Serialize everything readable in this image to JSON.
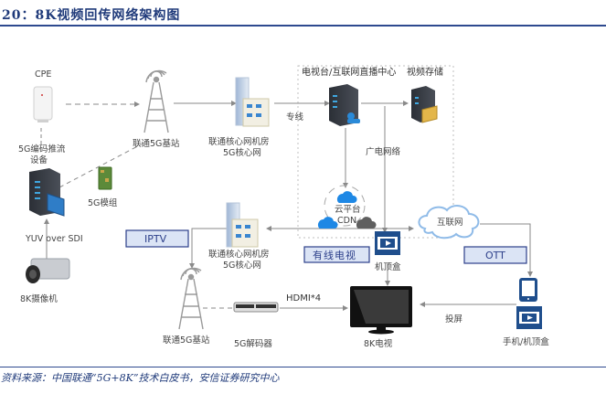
{
  "title": "20：8K视频回传网络架构图",
  "source": "资料来源：中国联通“5G+8K”技术白皮书，安信证券研究中心",
  "colors": {
    "title": "#1f3a7a",
    "box_fill": "#dbe4f5",
    "box_border": "#2c3f8a",
    "stb_blue": "#1f4e8c",
    "cloud_blue": "#1e88e5",
    "line": "#8a8a8a"
  },
  "nodes": {
    "cpe": "CPE",
    "encoder": "5G编码推流\n设备",
    "encoder_line1": "5G编码推流",
    "encoder_line2": "设备",
    "module": "5G模组",
    "sdi": "YUV over SDI",
    "camera": "8K摄像机",
    "bs_top": "联通5G基站",
    "core_top_line1": "联通核心网机房",
    "core_top_line2": "5G核心网",
    "dedicated": "专线",
    "broadcast_center": "电视台/互联网直播中心",
    "storage": "视频存储",
    "broadcast_net": "广电网络",
    "cloud_cdn_line1": "云平台",
    "cloud_cdn_line2": "CDN",
    "internet": "互联网",
    "core_bottom_line1": "联通核心网机房",
    "core_bottom_line2": "5G核心网",
    "bs_bottom": "联通5G基站",
    "decoder": "5G解码器",
    "hdmi": "HDMI*4",
    "tv": "8K电视",
    "stb": "机顶盒",
    "cast": "投屏",
    "phone_stb": "手机/机顶盒"
  },
  "boxes": {
    "iptv": "IPTV",
    "cable_tv": "有线电视",
    "ott": "OTT"
  },
  "icons": {
    "cpe": "cpe-device-icon",
    "tower": "cell-tower-icon",
    "building": "datacenter-building-icon",
    "server": "server-icon",
    "storage": "storage-folder-icon",
    "cloud": "cloud-icon",
    "stb": "set-top-box-icon",
    "tv": "monitor-icon",
    "phone": "phone-icon",
    "camera": "camera-icon",
    "module": "chip-module-icon",
    "decoder": "decoder-box-icon"
  }
}
